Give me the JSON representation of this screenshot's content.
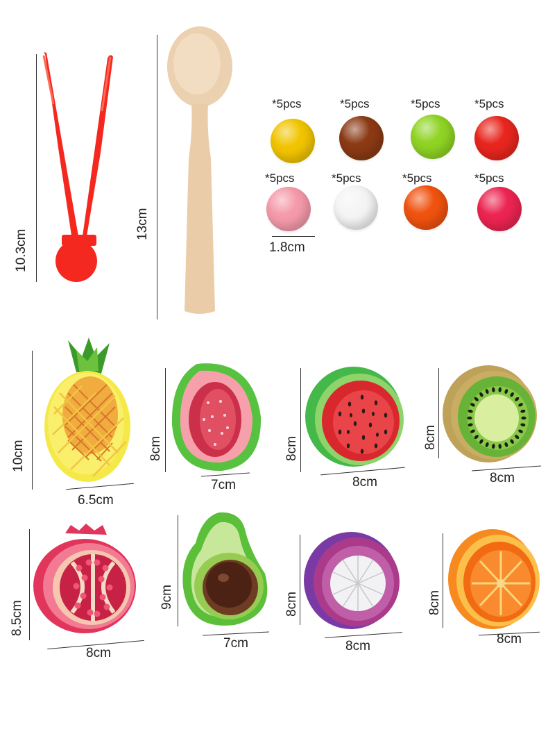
{
  "tools": {
    "tongs_height": "10.3cm",
    "spoon_height": "13cm"
  },
  "balls": {
    "quantity_label": "*5pcs",
    "diameter": "1.8cm",
    "colors": [
      "#f1c400",
      "#8b3a14",
      "#8fd324",
      "#e8261e",
      "#f59aaa",
      "#f4f4f4",
      "#f0520f",
      "#ec2451"
    ]
  },
  "fruits": [
    {
      "name": "pineapple",
      "height": "10cm",
      "width": "6.5cm"
    },
    {
      "name": "guava",
      "height": "8cm",
      "width": "7cm"
    },
    {
      "name": "watermelon",
      "height": "8cm",
      "width": "8cm"
    },
    {
      "name": "kiwi",
      "height": "8cm",
      "width": "8cm"
    },
    {
      "name": "pomegranate",
      "height": "8.5cm",
      "width": "8cm"
    },
    {
      "name": "avocado",
      "height": "9cm",
      "width": "7cm"
    },
    {
      "name": "mangosteen",
      "height": "8cm",
      "width": "8cm"
    },
    {
      "name": "orange",
      "height": "8cm",
      "width": "8cm"
    }
  ]
}
